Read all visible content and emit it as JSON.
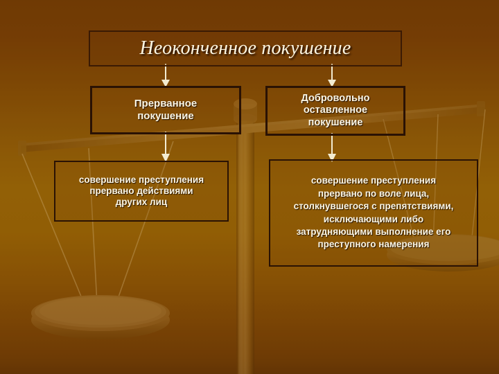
{
  "slide": {
    "title": "Неоконченное покушение",
    "background_top_color": "#6d3804",
    "background_mid_color": "#976506",
    "background_bottom_color": "#5f3205",
    "text_color": "#fbf6e6",
    "border_color": "#2a1204",
    "arrow_color": "#f3ecd2"
  },
  "nodes": {
    "interrupted": "Прерванное\nпокушение",
    "voluntary": "Добровольно\nоставленное\nпокушение",
    "interrupted_desc": "совершение преступления\nпрервано действиями\nдругих лиц",
    "voluntary_desc": "совершение преступления\nпрервано по воле лица,\nстолкнувшегося с препятствиями,\nисключающими либо\nзатрудняющими выполнение  его\nпреступного намерения"
  },
  "connectors": [
    {
      "name": "title-to-interrupted",
      "from": "title",
      "to": "interrupted"
    },
    {
      "name": "title-to-voluntary",
      "from": "title",
      "to": "voluntary"
    },
    {
      "name": "interrupted-to-desc",
      "from": "interrupted",
      "to": "interrupted_desc"
    },
    {
      "name": "voluntary-to-desc",
      "from": "voluntary",
      "to": "voluntary_desc"
    }
  ],
  "decoration": {
    "watermark": "scales-of-justice"
  }
}
